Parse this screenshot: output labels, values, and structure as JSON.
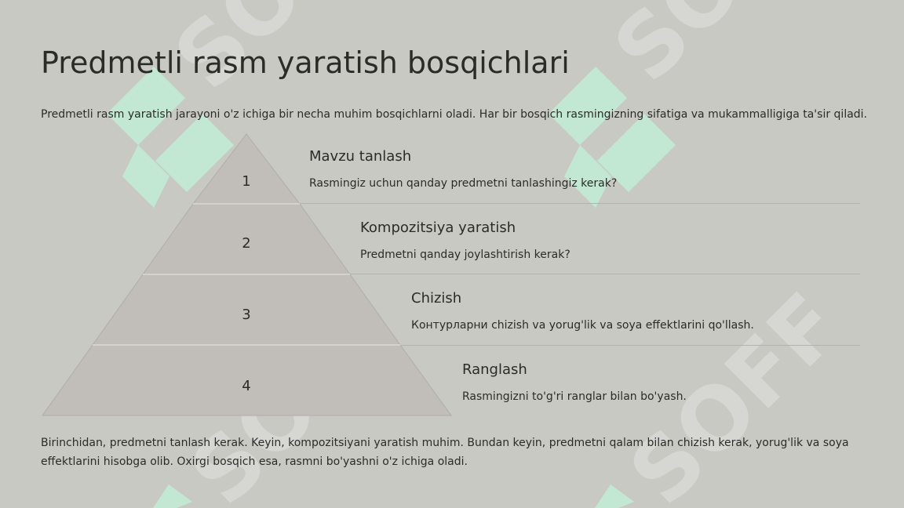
{
  "page": {
    "title": "Predmetli rasm yaratish bosqichlari",
    "intro": "Predmetli rasm yaratish jarayoni o'z ichiga bir necha muhim bosqichlarni oladi. Har bir bosqich rasmingizning sifatiga va mukammalligiga ta'sir qiladi.",
    "footer": "Birinchidan, predmetni tanlash kerak. Keyin, kompozitsiyani yaratish muhim. Bundan keyin, predmetni qalam bilan chizish kerak, yorug'lik va soya effektlarini hisobga olib. Oxirgi bosqich esa, rasmni bo'yashni o'z ichiga oladi."
  },
  "watermark": {
    "text": "SOFF",
    "logo_color": "#c2e8d4",
    "text_color": "#d6d6d2"
  },
  "pyramid": {
    "fill_color": "#c1beb9",
    "steps": [
      {
        "number": "1",
        "title": "Mavzu tanlash",
        "description": "Rasmingiz uchun qanday predmetni tanlashingiz kerak?"
      },
      {
        "number": "2",
        "title": "Kompozitsiya yaratish",
        "description": "Predmetni qanday joylashtirish kerak?"
      },
      {
        "number": "3",
        "title": "Chizish",
        "description": "Контурларни chizish va yorug'lik va soya effektlarini qo'llash."
      },
      {
        "number": "4",
        "title": "Ranglash",
        "description": "Rasmingizni to'g'ri ranglar bilan bo'yash."
      }
    ]
  }
}
